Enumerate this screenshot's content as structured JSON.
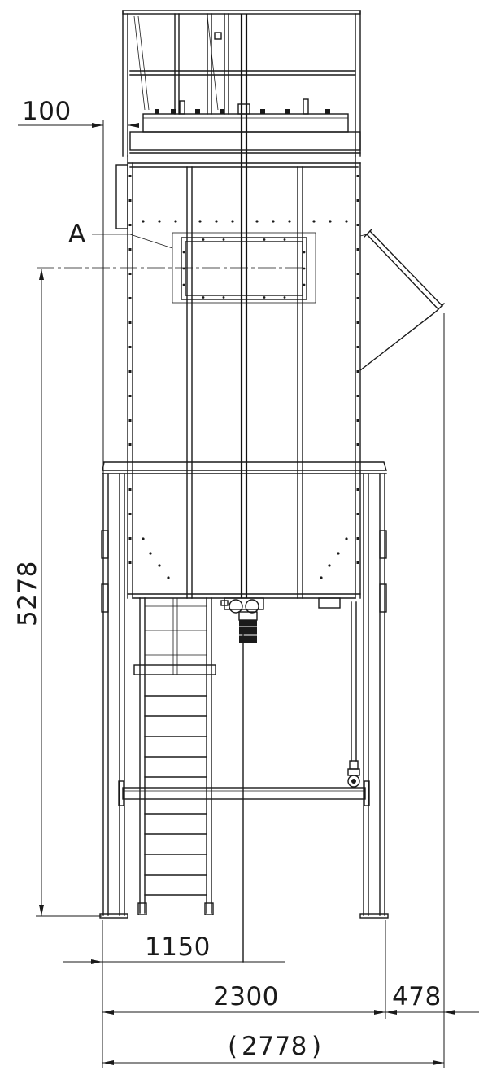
{
  "dimensions": {
    "top_offset": "100",
    "height_total": "5278",
    "half_width": "1150",
    "width": "2300",
    "inlet_offset": "478",
    "overall_width": "2778",
    "overall_paren_open": "(",
    "overall_paren_close": ")"
  },
  "labels": {
    "detail": "A"
  }
}
